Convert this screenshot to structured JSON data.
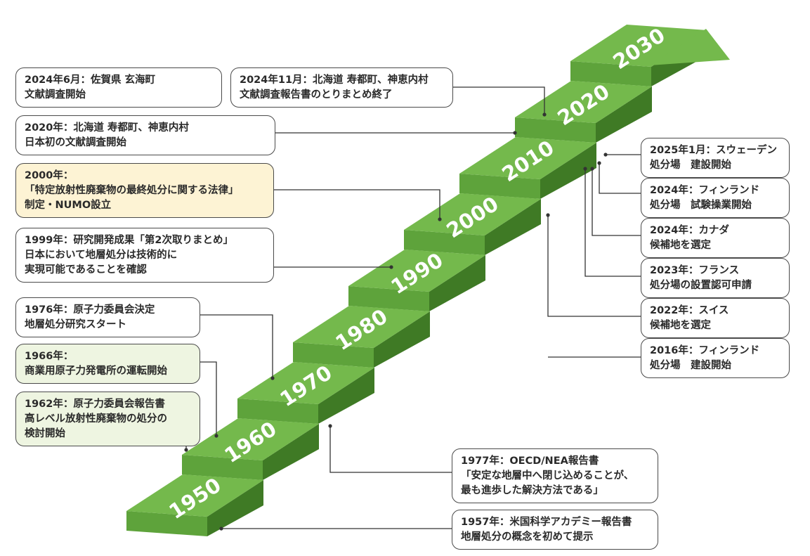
{
  "decades": [
    "1950",
    "1960",
    "1970",
    "1980",
    "1990",
    "2000",
    "2010",
    "2020",
    "2030"
  ],
  "colors": {
    "step_top": "#74b94c",
    "step_riser": "#5ea33b",
    "step_side": "#3f7a25",
    "line": "#333333",
    "highlight_yellow": "#fdf3d4",
    "highlight_green": "#eef5e1"
  },
  "events_left": [
    {
      "lines": [
        "2024年6月：佐賀県 玄海町",
        "文献調査開始"
      ]
    },
    {
      "lines": [
        "2024年11月：北海道 寿都町、神恵内村",
        "文献調査報告書のとりまとめ終了"
      ]
    },
    {
      "lines": [
        "2020年：北海道 寿都町、神恵内村",
        "日本初の文献調査開始"
      ]
    },
    {
      "lines": [
        "2000年：",
        "「特定放射性廃棄物の最終処分に関する法律」",
        "制定・NUMO設立"
      ]
    },
    {
      "lines": [
        "1999年：研究開発成果「第2次取りまとめ」",
        "日本において地層処分は技術的に",
        "実現可能であることを確認"
      ]
    },
    {
      "lines": [
        "1976年：原子力委員会決定",
        "地層処分研究スタート"
      ]
    },
    {
      "lines": [
        "1966年：",
        "商業用原子力発電所の運転開始"
      ]
    },
    {
      "lines": [
        "1962年：原子力委員会報告書",
        "高レベル放射性廃棄物の処分の",
        "検討開始"
      ]
    }
  ],
  "events_right": [
    {
      "lines": [
        "2025年1月：スウェーデン",
        "処分場　建設開始"
      ]
    },
    {
      "lines": [
        "2024年：フィンランド",
        "処分場　試験操業開始"
      ]
    },
    {
      "lines": [
        "2024年：カナダ",
        "候補地を選定"
      ]
    },
    {
      "lines": [
        "2023年：フランス",
        "処分場の設置認可申請"
      ]
    },
    {
      "lines": [
        "2022年：スイス",
        "候補地を選定"
      ]
    },
    {
      "lines": [
        "2016年：フィンランド",
        "処分場　建設開始"
      ]
    }
  ],
  "events_bottom": [
    {
      "lines": [
        "1977年：OECD/NEA報告書",
        "「安定な地層中へ閉じ込めることが、",
        "最も進歩した解決方法である」"
      ]
    },
    {
      "lines": [
        "1957年：米国科学アカデミー報告書",
        "地層処分の概念を初めて提示"
      ]
    }
  ]
}
